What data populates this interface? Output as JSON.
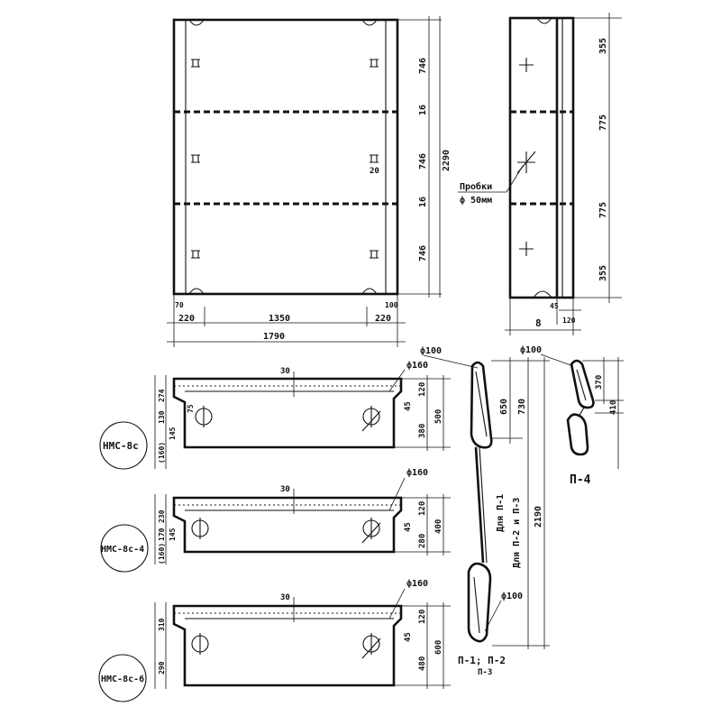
{
  "plan": {
    "dims_vertical": [
      "746",
      "16",
      "746",
      "16",
      "746"
    ],
    "dim_total_vertical": "2290",
    "dims_horizontal": [
      "220",
      "1350",
      "220"
    ],
    "dim_total_horizontal": "1790",
    "small_left": "70",
    "small_right": "100",
    "detail_label": "20"
  },
  "side": {
    "dims_vertical": [
      "355",
      "775",
      "775",
      "355"
    ],
    "hole_note_line1": "Пробки",
    "hole_note_line2": "ф 50мм",
    "dim_bottom_1": "8",
    "dim_bottom_2": "120",
    "dim_bottom_3": "45"
  },
  "sections": [
    {
      "label": "НМС-8с",
      "dim_top": "30",
      "dia": "ф160",
      "left_dims": [
        "274",
        "130",
        "(160)",
        "145",
        "75"
      ],
      "right_dims": [
        "120",
        "45",
        "380",
        "500"
      ]
    },
    {
      "label": "НМС-8с-4",
      "dim_top": "30",
      "dia": "ф160",
      "left_dims": [
        "230",
        "170",
        "(160)",
        "145"
      ],
      "right_dims": [
        "120",
        "45",
        "280",
        "400"
      ]
    },
    {
      "label": "НМС-8с-6",
      "dim_top": "30",
      "dia": "ф160",
      "left_dims": [
        "310",
        "290"
      ],
      "right_dims": [
        "120",
        "45",
        "480",
        "600"
      ]
    }
  ],
  "loops": {
    "p1_dia_top": "ф100",
    "p1_dia_bottom": "ф100",
    "p1_dims": [
      "650",
      "730",
      "2190"
    ],
    "p1_note_a": "Для П-1",
    "p1_note_b": "Для П-2 и П-3",
    "p1_label": "П-1; П-2",
    "p1_label2": "П-3",
    "p4_dia": "ф100",
    "p4_dims": [
      "370",
      "410"
    ],
    "p4_label": "П-4"
  }
}
